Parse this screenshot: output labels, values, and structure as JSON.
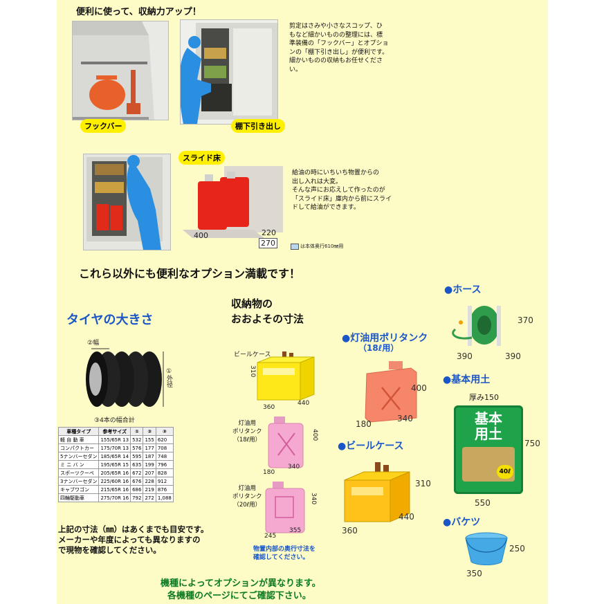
{
  "top": {
    "heading": "便利に使って、収納力アップ！",
    "para1": "剪定はさみや小さなスコップ、ひ\nもなど細かいものの整理には、標\n準装備の「フックバー」とオプショ\nンの「棚下引き出し」が便利です。\n細かいものの収納もお任せくださ\nい。",
    "tag_hook": "フックバー",
    "tag_drawer": "棚下引き出し",
    "tag_slide": "スライド床",
    "para2": "給油の時にいちいち物置からの\n出し入れは大変。\nそんな声にお応えして作ったのが\n「スライド床」庫内から前にスライ\nドして給油ができます。",
    "dim_400": "400",
    "dim_220": "220",
    "dim_270": "270",
    "note": "は本体奥行610㎜用"
  },
  "banner": "これら以外にも便利なオプション満載です！",
  "tire": {
    "title": "タイヤの大きさ",
    "width_label": "②幅",
    "outer_label": "①外径",
    "total_label": "③4本の幅合計",
    "headers": [
      "車種タイプ",
      "参考サイズ",
      "①",
      "②",
      "③"
    ],
    "rows": [
      [
        "軽 自 動 車",
        "155/65R 13",
        "532",
        "155",
        "620"
      ],
      [
        "コンパクトカー",
        "175/70R 13",
        "576",
        "177",
        "708"
      ],
      [
        "5ナンバーセダン",
        "185/65R 14",
        "595",
        "187",
        "748"
      ],
      [
        "ミ ニ バ ン",
        "195/65R 15",
        "635",
        "199",
        "796"
      ],
      [
        "スポーツクーペ",
        "205/65R 16",
        "672",
        "207",
        "828"
      ],
      [
        "3ナンバーセダン",
        "225/60R 16",
        "676",
        "228",
        "912"
      ],
      [
        "キャブワゴン",
        "215/65R 16",
        "686",
        "219",
        "876"
      ],
      [
        "四輪駆動車",
        "275/70R 16",
        "792",
        "272",
        "1,088"
      ]
    ],
    "note": "上記の寸法（㎜）はあくまでも目安です。\nメーカーや年度によっても異なりますの\nで現物を確認してください。"
  },
  "storage": {
    "title1": "収納物の",
    "title2": "おおよその寸法",
    "beer_label": "ビールケース",
    "beer_h": "310",
    "beer_w": "360",
    "beer_d": "440",
    "tank18_label": "灯油用\nポリタンク\n（18ℓ用）",
    "tank18_h": "400",
    "tank18_w": "180",
    "tank18_d": "340",
    "tank20_label": "灯油用\nポリタンク\n（20ℓ用）",
    "tank20_h": "340",
    "tank20_w": "245",
    "tank20_d": "355",
    "note": "物置内部の奥行寸法を\n確認してください。"
  },
  "items": {
    "tank_title1": "●灯油用ポリタンク",
    "tank_title2": "（18ℓ用）",
    "tank_h": "400",
    "tank_w": "180",
    "tank_d": "340",
    "beer_title": "●ビールケース",
    "beer_h": "310",
    "beer_w": "360",
    "beer_d": "440",
    "hose_title": "●ホース",
    "hose_h": "370",
    "hose_w": "390",
    "hose_d": "390",
    "soil_title": "●基本用土",
    "soil_thick": "厚み150",
    "soil_bag_text": "基本\n用土",
    "soil_bag_badge": "40ℓ",
    "soil_h": "750",
    "soil_w": "550",
    "bucket_title": "●バケツ",
    "bucket_h": "250",
    "bucket_w": "350"
  },
  "footer": {
    "line1": "機種によってオプションが異なります。",
    "line2": "各機種のページにてご確認下さい。"
  },
  "colors": {
    "page_bg": "#fdfbc6",
    "tag_bg": "#fff000",
    "title_blue": "#1a56c8",
    "footer_green": "#0b7a22"
  }
}
